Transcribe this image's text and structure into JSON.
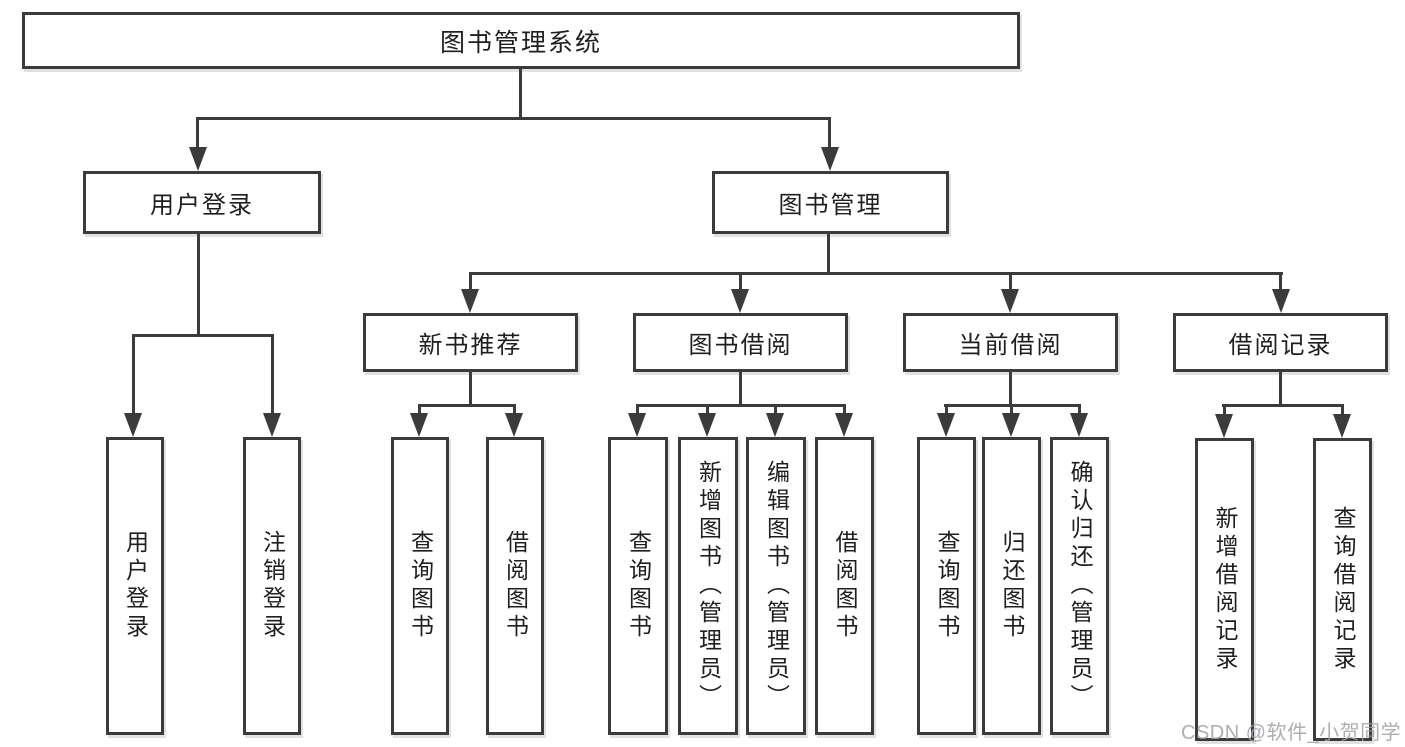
{
  "diagram": {
    "root": {
      "label": "图书管理系统"
    },
    "level2": [
      {
        "label": "用户登录"
      },
      {
        "label": "图书管理"
      }
    ],
    "level3": [
      {
        "label": "新书推荐"
      },
      {
        "label": "图书借阅"
      },
      {
        "label": "当前借阅"
      },
      {
        "label": "借阅记录"
      }
    ],
    "leaves": {
      "login": [
        "用户登录",
        "注销登录"
      ],
      "recommend": [
        "查询图书",
        "借阅图书"
      ],
      "borrow": [
        "查询图书",
        "新增图书（管理员）",
        "编辑图书（管理员）",
        "借阅图书"
      ],
      "current": [
        "查询图书",
        "归还图书",
        "确认归还（管理员）"
      ],
      "records": [
        "新增借阅记录",
        "查询借阅记录"
      ]
    }
  },
  "watermark": {
    "text": "CSDN @软件_小贺同学"
  },
  "colors": {
    "line": "#3b3b3b",
    "text": "#1f1f1f",
    "box_background": "#ffffff",
    "watermark": "#a0a0a6",
    "page_background": "#ffffff"
  }
}
